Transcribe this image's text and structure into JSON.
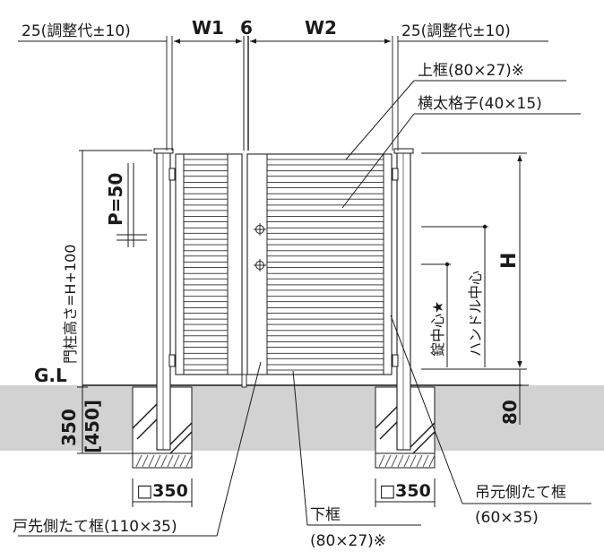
{
  "labels": {
    "adjust_left": "25(調整代±10)",
    "adjust_right": "25(調整代±10)",
    "w1": "W1",
    "gap": "6",
    "w2": "W2",
    "top_frame": "上框(80×27)※",
    "horizontal_lattice": "横太格子(40×15)",
    "post_height": "門柱高さ=H+100",
    "pitch": "P=50",
    "height": "H",
    "handle_center": "ハンドル中心",
    "lock_center": "錠中心★",
    "gl": "G.L",
    "depth_normal": "350",
    "depth_bracket": "[450]",
    "ground_offset": "80",
    "foundation_left": "□350",
    "foundation_right": "□350",
    "hinge_frame_line1": "吊元側たて框",
    "hinge_frame_line2": "(60×35)",
    "latch_frame": "戸先側たて框(110×35)",
    "bottom_frame_line1": "下框",
    "bottom_frame_line2": "(80×27)※"
  },
  "colors": {
    "ground": "#d2d2d2",
    "line": "#1a1a1a",
    "frame_fill": "#ffffff",
    "hatch": "#555555"
  },
  "lattice": {
    "slat_count": 19
  }
}
